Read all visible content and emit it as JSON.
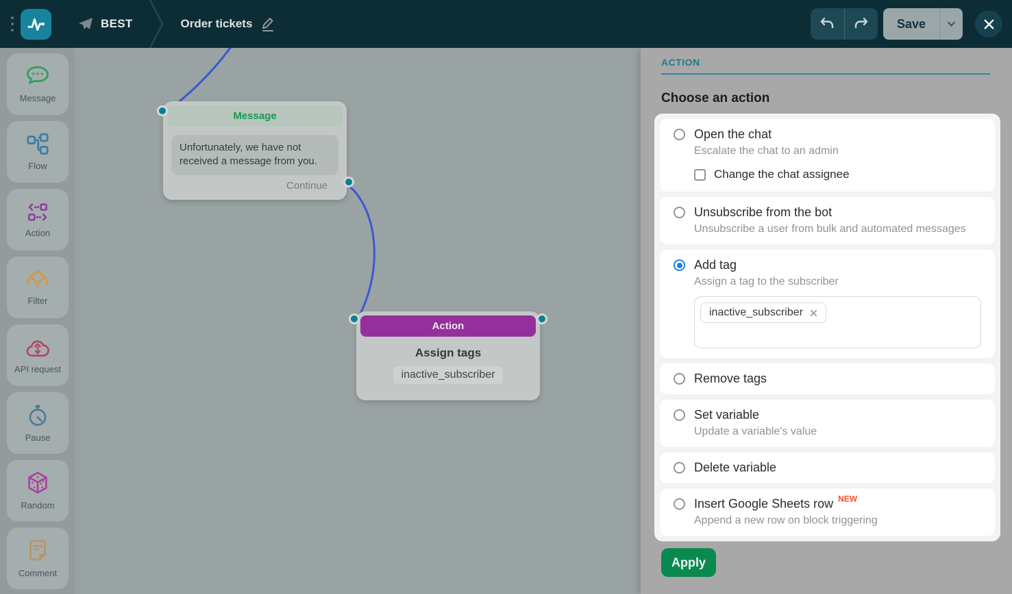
{
  "topbar": {
    "bot_name": "BEST",
    "flow_title": "Order tickets",
    "save_label": "Save"
  },
  "sidebar": {
    "items": [
      {
        "id": "message",
        "label": "Message",
        "color": "#2f9e5e"
      },
      {
        "id": "flow",
        "label": "Flow",
        "color": "#3e7ea7"
      },
      {
        "id": "action",
        "label": "Action",
        "color": "#8d3b9c"
      },
      {
        "id": "filter",
        "label": "Filter",
        "color": "#cf9a41"
      },
      {
        "id": "api-request",
        "label": "API request",
        "color": "#b14a66"
      },
      {
        "id": "pause",
        "label": "Pause",
        "color": "#4e7e97"
      },
      {
        "id": "random",
        "label": "Random",
        "color": "#ad3fa0"
      },
      {
        "id": "comment",
        "label": "Comment",
        "color": "#bb9464"
      }
    ]
  },
  "canvas": {
    "message_node": {
      "title": "Message",
      "body": "Unfortunately, we have not received a message from you.",
      "continue_label": "Continue"
    },
    "action_node": {
      "title": "Action",
      "heading": "Assign tags",
      "tag": "inactive_subscriber"
    }
  },
  "panel": {
    "section_label": "ACTION",
    "heading": "Choose an action",
    "options": [
      {
        "label": "Open the chat",
        "description": "Escalate the chat to an admin",
        "checkbox_label": "Change the chat assignee",
        "selected": false
      },
      {
        "label": "Unsubscribe from the bot",
        "description": "Unsubscribe a user from bulk and automated messages",
        "selected": false
      },
      {
        "label": "Add tag",
        "description": "Assign a tag to the subscriber",
        "selected": true,
        "tags": [
          "inactive_subscriber"
        ]
      },
      {
        "label": "Remove tags",
        "selected": false
      },
      {
        "label": "Set variable",
        "description": "Update a variable's value",
        "selected": false
      },
      {
        "label": "Delete variable",
        "selected": false
      },
      {
        "label": "Insert Google Sheets row",
        "badge": "NEW",
        "description": "Append a new row on block triggering",
        "selected": false
      }
    ],
    "apply_label": "Apply"
  },
  "colors": {
    "topbar_bg": "#0c2d36",
    "accent_teal": "#0c7e96",
    "action_purple": "#93309c",
    "message_green": "#169a53",
    "apply_green": "#0a8a50",
    "radio_blue": "#1f7fe8",
    "new_badge": "#f4502a",
    "wire_blue": "#3c56d6"
  }
}
